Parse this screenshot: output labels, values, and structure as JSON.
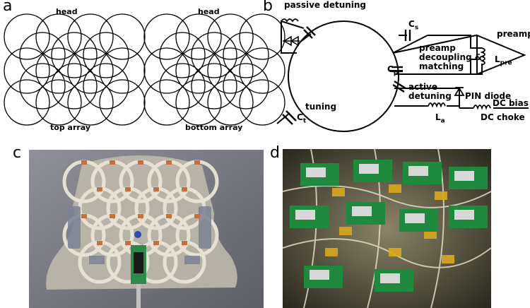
{
  "panels": {
    "a": {
      "label": "a",
      "left_array": {
        "top_label": "head",
        "bottom_label": "top array"
      },
      "right_array": {
        "top_label": "head",
        "bottom_label": "bottom array"
      }
    },
    "b": {
      "label": "b",
      "passive_detuning": "passive detuning",
      "cs": "C",
      "cs_sub": "s",
      "preamp": "preamp",
      "decoupling_line1": "preamp",
      "decoupling_line2": "decoupling &",
      "decoupling_line3": "matching",
      "cp": "C",
      "cp_sub": "p",
      "lpre": "L",
      "lpre_sub": "pre",
      "active_line1": "active",
      "active_line2": "detuning",
      "pin_diode": "PIN diode",
      "tuning": "tuning",
      "ct": "C",
      "ct_sub": "t",
      "la": "L",
      "la_sub": "a",
      "dc_bias": "DC bias",
      "dc_choke": "DC choke"
    },
    "c": {
      "label": "c"
    },
    "d": {
      "label": "d"
    }
  }
}
